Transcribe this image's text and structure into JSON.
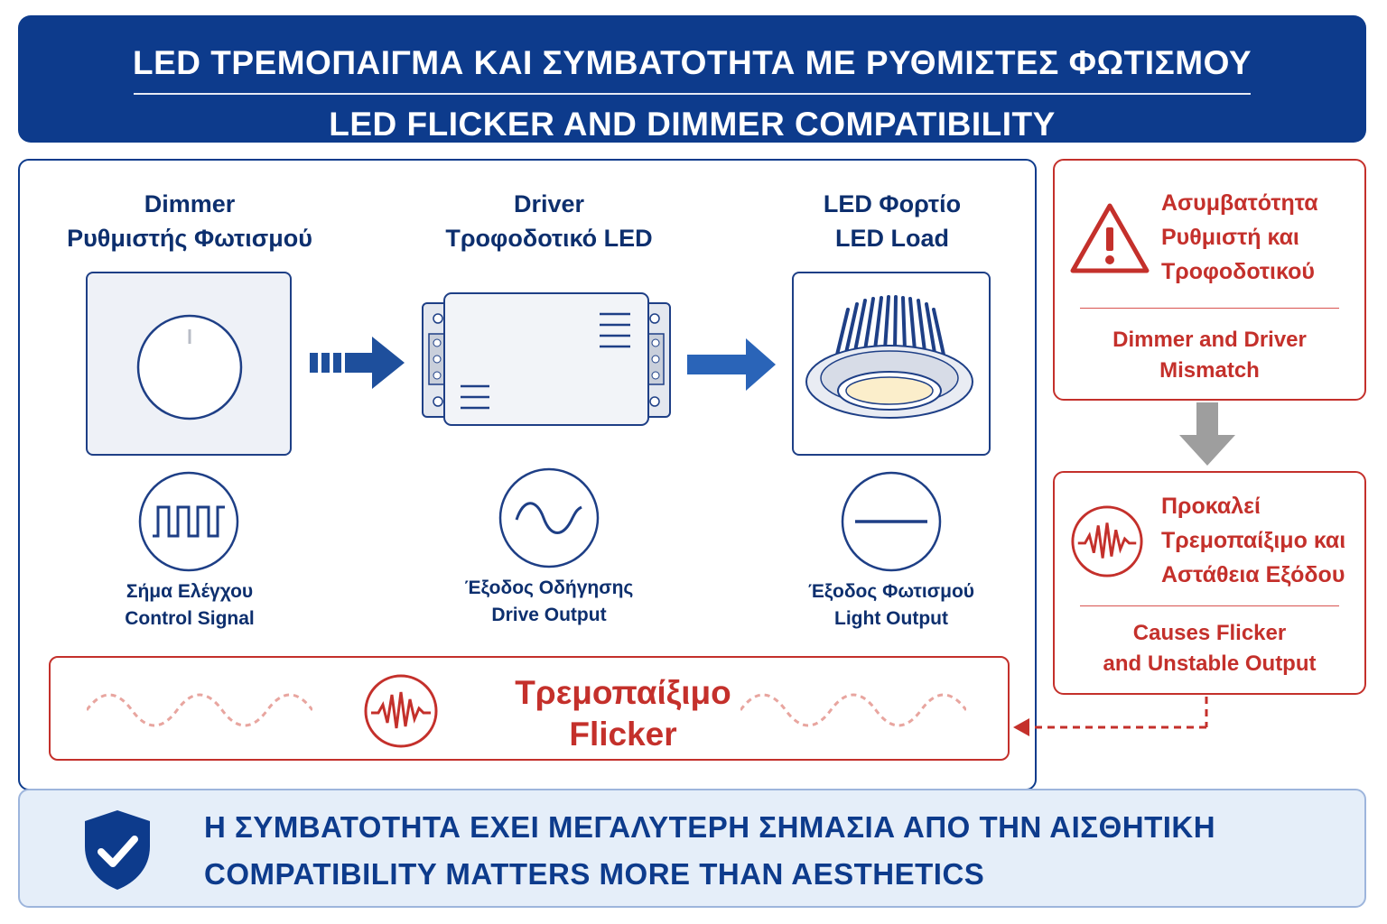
{
  "header": {
    "title_greek": "LED ΤΡΕΜΟΠΑΙΓΜΑ ΚΑΙ ΣΥΜΒΑΤΟΤΗΤΑ ΜΕ ΡΥΘΜΙΣΤΕΣ ΦΩΤΙΣΜΟΥ",
    "title_english": "LED FLICKER AND DIMMER COMPATIBILITY"
  },
  "components": [
    {
      "title_en": "Dimmer",
      "title_gr": "Ρυθμιστής Φωτισμού",
      "icon": "dimmer-knob-icon",
      "signal_icon": "square-wave-icon",
      "caption_gr": "Σήμα Ελέγχου",
      "caption_en": "Control Signal"
    },
    {
      "title_en": "Driver",
      "title_gr": "Τροφοδοτικό LED",
      "icon": "led-driver-icon",
      "signal_icon": "sine-wave-icon",
      "caption_gr": "Έξοδος Οδήγησης",
      "caption_en": "Drive Output"
    },
    {
      "title_en": "LED Φορτίο",
      "title_gr": "LED Load",
      "icon": "led-downlight-icon",
      "signal_icon": "flat-line-icon",
      "caption_gr": "Έξοδος Φωτισμού",
      "caption_en": "Light Output"
    }
  ],
  "flicker": {
    "label_greek": "Τρεμοπαίξιμο",
    "label_english": "Flicker",
    "icon": "flicker-pulse-icon"
  },
  "sidebar": {
    "mismatch": {
      "icon": "warning-triangle-icon",
      "title_lines": [
        "Ασυμβατότητα",
        "Ρυθμιστή και",
        "Τροφοδοτικού"
      ],
      "subtitle_lines": [
        "Dimmer and Driver",
        "Mismatch"
      ]
    },
    "effect": {
      "icon": "flicker-pulse-icon",
      "title_lines": [
        "Προκαλεί",
        "Τρεμοπαίξιμο και",
        "Αστάθεια Εξόδου"
      ],
      "subtitle_lines": [
        "Causes Flicker",
        "and Unstable Output"
      ]
    }
  },
  "footer": {
    "icon": "shield-check-icon",
    "text_greek": "Η ΣΥΜΒΑΤΟΤΗΤΑ ΕΧΕΙ ΜΕΓΑΛΥΤΕΡΗ ΣΗΜΑΣΙΑ ΑΠΟ ΤΗΝ ΑΙΣΘΗΤΙΚΗ",
    "text_english": "COMPATIBILITY MATTERS MORE THAN AESTHETICS"
  },
  "colors": {
    "navy": "#0d3b8c",
    "accent_red": "#c4302b",
    "footer_bg": "#e5eef9",
    "arrow_gray": "#9e9e9e"
  }
}
